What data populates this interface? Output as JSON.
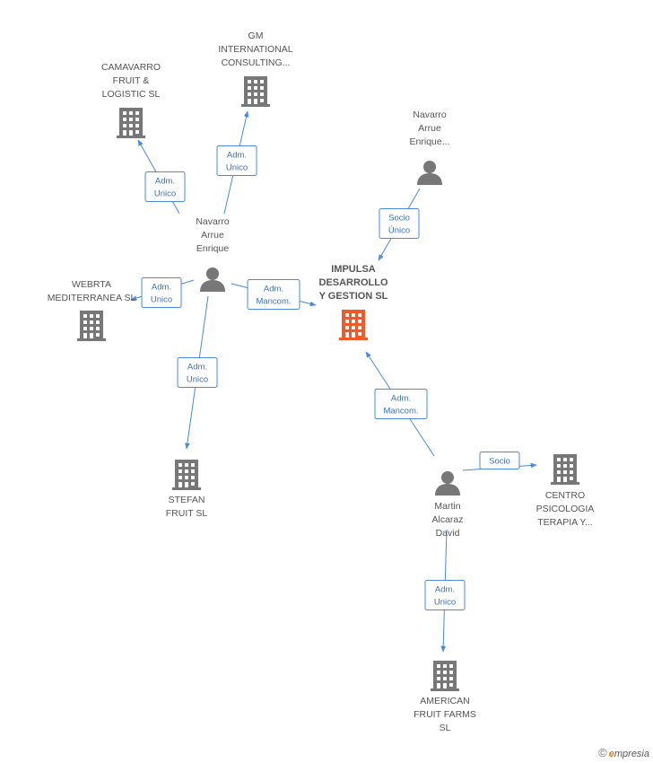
{
  "colors": {
    "building": "#777777",
    "building_main": "#f05a2a",
    "person": "#777777",
    "edge": "#4a8ad8",
    "badge_text": "#3a72b8",
    "label": "#555555"
  },
  "nodes": [
    {
      "id": "impulsa",
      "kind": "building",
      "main": true,
      "label": [
        "IMPULSA",
        "DESARROLLO",
        "Y GESTION SL"
      ]
    },
    {
      "id": "camavarro",
      "kind": "building",
      "label": [
        "CAMAVARRO",
        "FRUIT &",
        "LOGISTIC  SL"
      ]
    },
    {
      "id": "gm",
      "kind": "building",
      "label": [
        "GM",
        "INTERNATIONAL",
        "CONSULTING..."
      ]
    },
    {
      "id": "navarro2",
      "kind": "person",
      "label": [
        "Navarro",
        "Arrue",
        "Enrique..."
      ]
    },
    {
      "id": "navarro1",
      "kind": "person",
      "label": [
        "Navarro",
        "Arrue",
        "Enrique"
      ]
    },
    {
      "id": "webrta",
      "kind": "building",
      "label": [
        "WEBRTA",
        "MEDITERRANEA SL"
      ]
    },
    {
      "id": "stefan",
      "kind": "building",
      "label": [
        "STEFAN",
        "FRUIT SL"
      ]
    },
    {
      "id": "martin",
      "kind": "person",
      "label": [
        "Martin",
        "Alcaraz",
        "David"
      ]
    },
    {
      "id": "centro",
      "kind": "building",
      "label": [
        "CENTRO",
        "PSICOLOGIA",
        "TERAPIA Y..."
      ]
    },
    {
      "id": "american",
      "kind": "building",
      "label": [
        "AMERICAN",
        "FRUIT FARMS",
        "SL"
      ]
    }
  ],
  "edges": [
    {
      "from": "navarro1",
      "to": "camavarro",
      "badge": [
        "Adm.",
        "Unico"
      ]
    },
    {
      "from": "navarro1",
      "to": "gm",
      "badge": [
        "Adm.",
        "Unico"
      ]
    },
    {
      "from": "navarro1",
      "to": "webrta",
      "badge": [
        "Adm.",
        "Unico"
      ]
    },
    {
      "from": "navarro1",
      "to": "impulsa",
      "badge": [
        "Adm.",
        "Mancom."
      ]
    },
    {
      "from": "navarro1",
      "to": "stefan",
      "badge": [
        "Adm.",
        "Unico"
      ]
    },
    {
      "from": "navarro2",
      "to": "impulsa",
      "badge": [
        "Socio",
        "Único"
      ]
    },
    {
      "from": "martin",
      "to": "impulsa",
      "badge": [
        "Adm.",
        "Mancom."
      ]
    },
    {
      "from": "martin",
      "to": "centro",
      "badge": [
        "Socio"
      ]
    },
    {
      "from": "martin",
      "to": "american",
      "badge": [
        "Adm.",
        "Unico"
      ]
    }
  ],
  "watermark": {
    "copyright": "©",
    "brand_initial": "e",
    "brand_rest": "mpresia"
  }
}
